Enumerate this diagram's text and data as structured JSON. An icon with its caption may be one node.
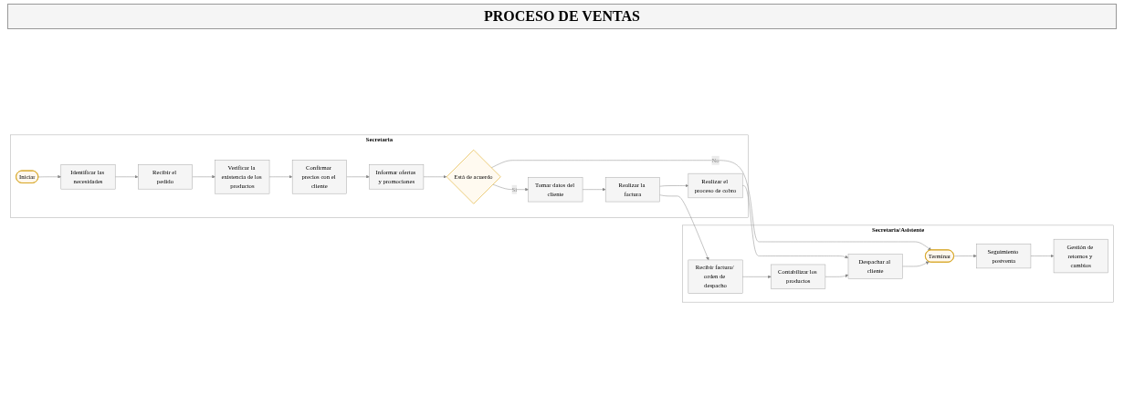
{
  "diagram": {
    "title": "PROCESO DE VENTAS",
    "nodes": [
      {
        "text": [
          "Secretaria"
        ]
      },
      {
        "text": [
          "Iniciar"
        ],
        "in": 0
      },
      {
        "text": [
          "Identificar las necesidades"
        ],
        "in": 0
      },
      {
        "text": [
          "Recibir el pedido"
        ],
        "in": 0
      },
      {
        "text": [
          "Verificar la existencia de los productos"
        ],
        "in": 0
      },
      {
        "text": [
          "Confirmar precios con el cliente"
        ],
        "in": 0
      },
      {
        "text": [
          "Informar ofertas y promociones"
        ],
        "in": 0
      },
      {
        "text": [
          "Está de acuerdo"
        ],
        "in": 0
      },
      {
        "text": [
          "Tomar datos del cliente"
        ],
        "in": 0
      },
      {
        "text": [
          "Realizar la factura"
        ],
        "in": 0
      },
      {
        "text": [
          "Realizar el proceso de cobro"
        ],
        "in": 0
      },
      {
        "text": [
          "Secretaria/Asistente"
        ]
      },
      {
        "text": [
          "Recibir factura/ orden de despacho"
        ],
        "in": 11
      },
      {
        "text": [
          "Contabilizar los productos"
        ],
        "in": 11
      },
      {
        "text": [
          "Despachar al cliente"
        ],
        "in": 11
      },
      {
        "text": [
          "Terminar"
        ],
        "in": 11
      },
      {
        "text": [
          "Seguimiento postventa"
        ],
        "in": 11
      },
      {
        "text": [
          "Gestión de retornos y cambios"
        ],
        "in": 11
      }
    ],
    "edges": [
      {
        "from": 1,
        "to": 2,
        "arrow": "to"
      },
      {
        "from": 2,
        "to": 3,
        "arrow": "to"
      },
      {
        "from": 3,
        "to": 4,
        "arrow": "to"
      },
      {
        "from": 4,
        "to": 5,
        "arrow": "to"
      },
      {
        "from": 5,
        "to": 6,
        "arrow": "to"
      },
      {
        "from": 6,
        "to": 7,
        "arrow": "to"
      },
      {
        "from": 7,
        "to": 8,
        "arrow": "to",
        "label": "Sí"
      },
      {
        "from": 8,
        "to": 9,
        "arrow": "to"
      },
      {
        "from": 9,
        "to": 10,
        "arrow": "to"
      },
      {
        "from": 9,
        "to": 12,
        "arrow": "to"
      },
      {
        "from": 10,
        "to": 14,
        "arrow": "to"
      },
      {
        "from": 7,
        "to": 15,
        "arrow": "to",
        "label": "No"
      },
      {
        "from": 12,
        "to": 13,
        "arrow": "to"
      },
      {
        "from": 13,
        "to": 14,
        "arrow": "to"
      },
      {
        "from": 14,
        "to": 15,
        "arrow": "to"
      },
      {
        "from": 15,
        "to": 16,
        "arrow": "to"
      },
      {
        "from": 16,
        "to": 17,
        "arrow": "to"
      }
    ]
  }
}
